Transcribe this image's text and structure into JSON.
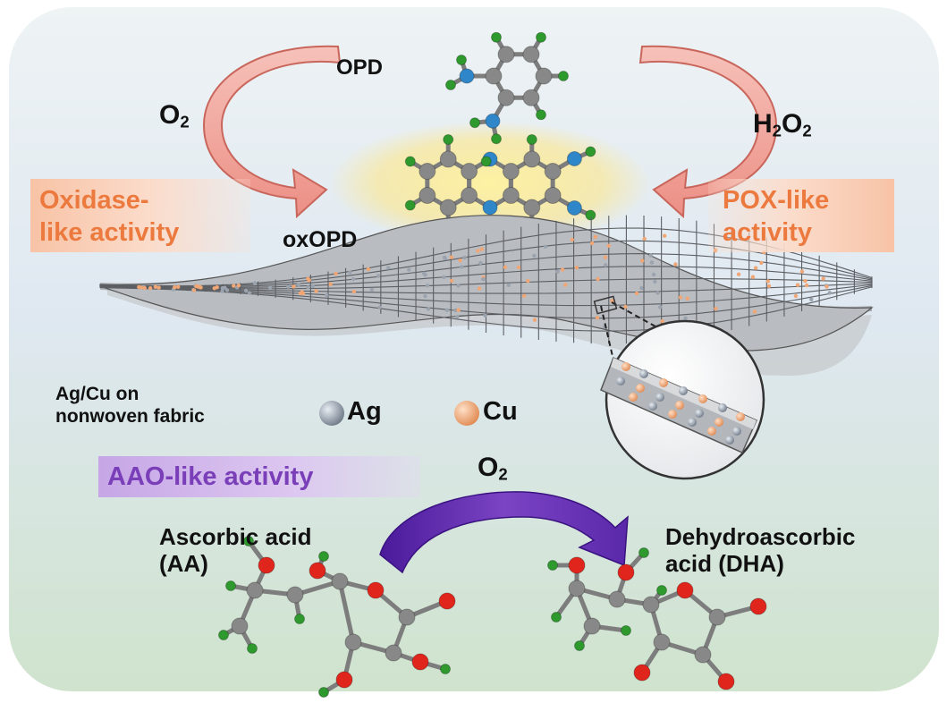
{
  "labels": {
    "opd": "OPD",
    "o2_left": "O",
    "o2_left_sub": "2",
    "h2o2_h": "H",
    "h2o2_sub1": "2",
    "h2o2_o": "O",
    "h2o2_sub2": "2",
    "oxopd": "oxOPD",
    "o2_bottom": "O",
    "o2_bottom_sub": "2",
    "ascorbic_line1": "Ascorbic acid",
    "ascorbic_line2": "(AA)",
    "dha_line1": "Dehydroascorbic",
    "dha_line2": "acid (DHA)"
  },
  "activities": {
    "oxidase_line1": "Oxidase-",
    "oxidase_line2": "like activity",
    "pox_line1": "POX-like",
    "pox_line2": "activity",
    "aao": "AAO-like activity"
  },
  "legend": {
    "title_line1": "Ag/Cu on",
    "title_line2": "nonwoven fabric",
    "items": [
      {
        "name": "Ag",
        "color": "#8c96a4"
      },
      {
        "name": "Cu",
        "color": "#f0a675"
      }
    ]
  },
  "colors": {
    "carbon": "#888888",
    "nitrogen": "#2f86c8",
    "hydrogen": "#2e9a2e",
    "oxygen": "#e0251c",
    "activity_orange": "#ec7a3f",
    "activity_purple": "#7a3fb8",
    "arrow_pink": "#f0a49a",
    "arrow_purple": "#6a2fb0"
  }
}
